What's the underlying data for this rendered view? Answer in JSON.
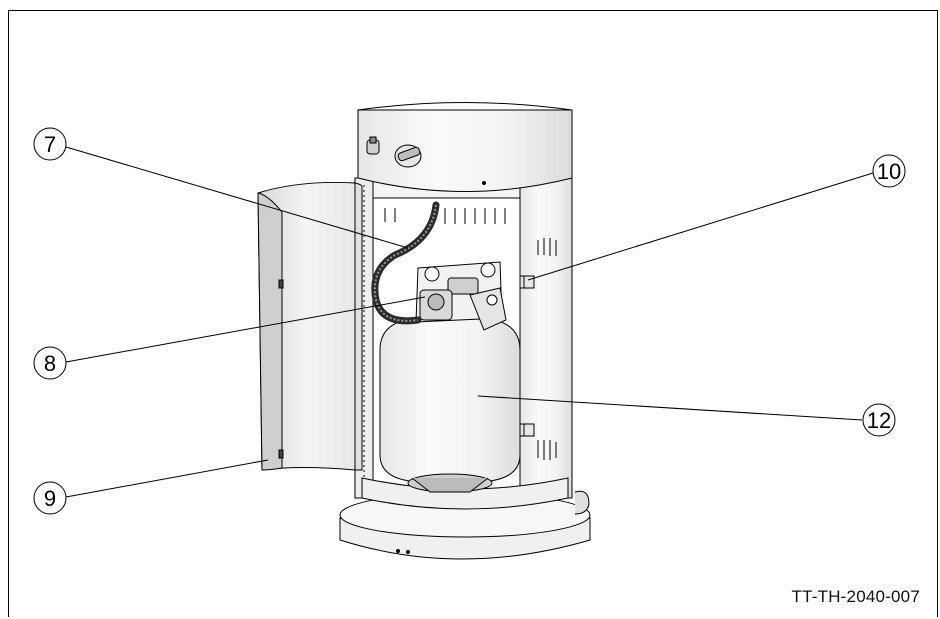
{
  "diagram": {
    "callouts": [
      {
        "id": "7",
        "label": "7"
      },
      {
        "id": "8",
        "label": "8"
      },
      {
        "id": "9",
        "label": "9"
      },
      {
        "id": "10",
        "label": "10"
      },
      {
        "id": "12",
        "label": "12"
      }
    ],
    "document_code": "TT-TH-2040-007"
  },
  "colors": {
    "line": "#000000",
    "fill_light": "#f2f2f2",
    "fill_mid": "#e4e4e4",
    "hose": "#2a2a2a"
  }
}
